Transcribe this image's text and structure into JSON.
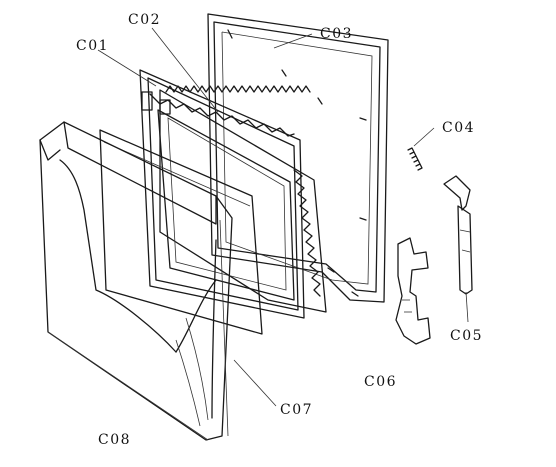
{
  "labels": {
    "c01": "C01",
    "c02": "C02",
    "c03": "C03",
    "c04": "C04",
    "c05": "C05",
    "c06": "C06",
    "c07": "C07",
    "c08": "C08"
  }
}
